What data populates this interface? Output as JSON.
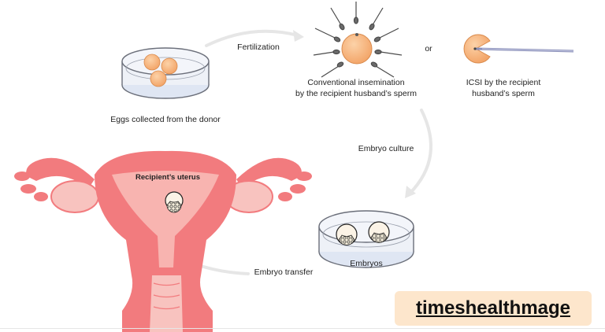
{
  "labels": {
    "eggs": "Eggs collected from the donor",
    "fertilization": "Fertilization",
    "conventional_line1": "Conventional insemination",
    "conventional_line2": "by the recipient husband’s sperm",
    "or": "or",
    "icsi_line1": "ICSI by the recipient",
    "icsi_line2": "husband’s sperm",
    "embryo_culture": "Embryo culture",
    "embryos": "Embryos",
    "embryo_transfer": "Embryo transfer",
    "uterus": "Recipient’s uterus"
  },
  "watermark": "timeshealthmage",
  "colors": {
    "egg": "#f6b47a",
    "uterus_pink": "#f27b7e",
    "uterus_light": "#f8b4b0",
    "dish_fill": "#dfe6f3",
    "dish_stroke": "#6b6f7a",
    "arrow": "#e6e6e6",
    "watermark_bg": "#fde6cc"
  }
}
